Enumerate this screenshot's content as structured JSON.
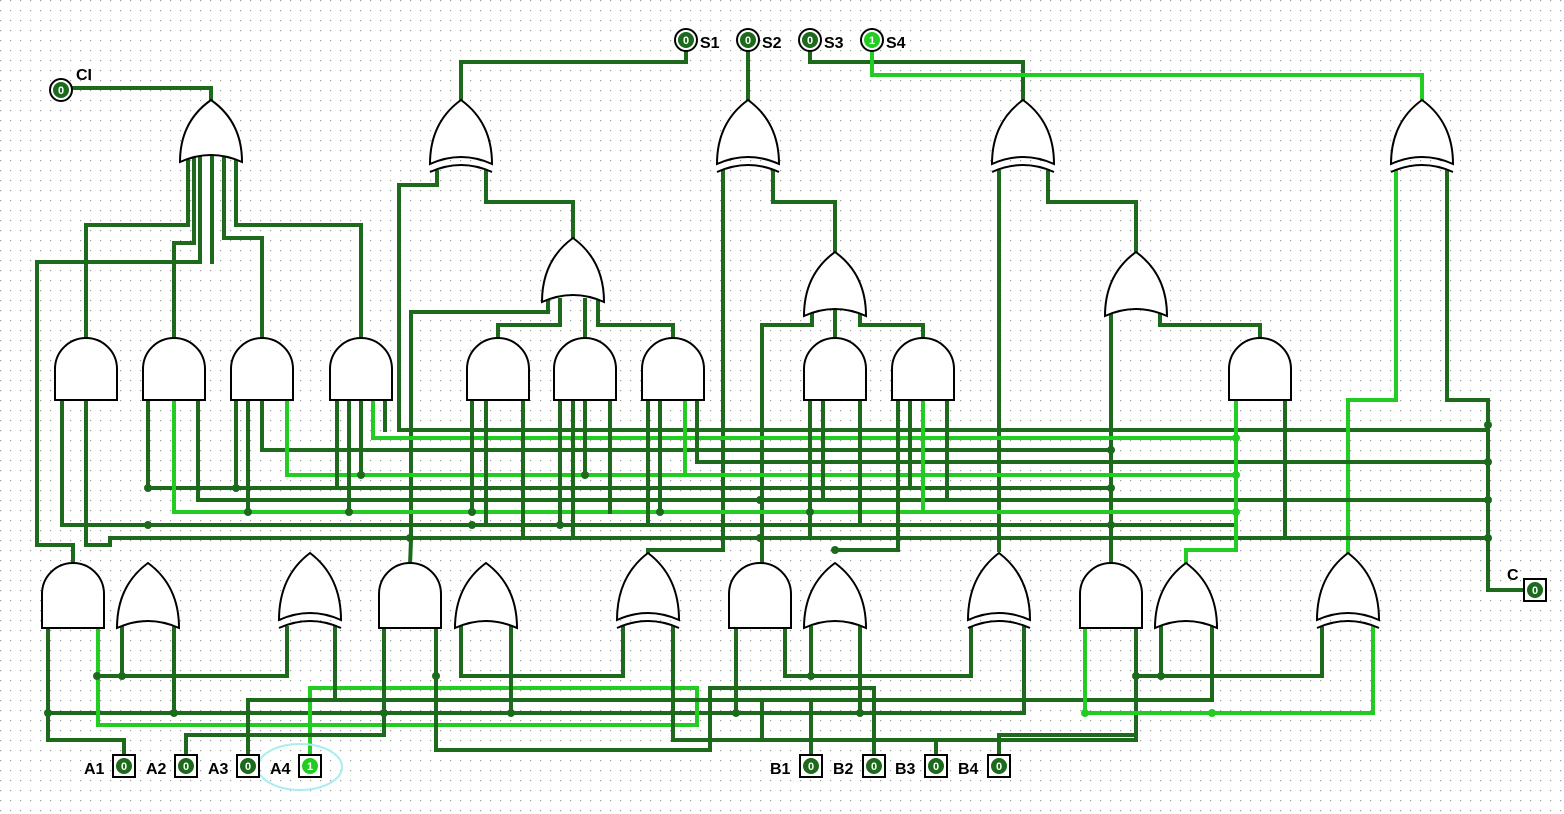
{
  "circuit": {
    "carry_in": {
      "label": "CI",
      "value": "0"
    },
    "outputs": [
      {
        "label": "S1",
        "value": "0"
      },
      {
        "label": "S2",
        "value": "0"
      },
      {
        "label": "S3",
        "value": "0"
      },
      {
        "label": "S4",
        "value": "1"
      }
    ],
    "carry_out": {
      "label": "C",
      "value": "0"
    },
    "inputs_a": [
      {
        "label": "A1",
        "value": "0"
      },
      {
        "label": "A2",
        "value": "0"
      },
      {
        "label": "A3",
        "value": "0"
      },
      {
        "label": "A4",
        "value": "1"
      }
    ],
    "inputs_b": [
      {
        "label": "B1",
        "value": "0"
      },
      {
        "label": "B2",
        "value": "0"
      },
      {
        "label": "B3",
        "value": "0"
      },
      {
        "label": "B4",
        "value": "0"
      }
    ],
    "colors": {
      "wire_low": "#1d6a1d",
      "wire_high": "#22cc22",
      "pin_low_fill": "#1d6a1d",
      "pin_high_fill": "#22cc22",
      "selection_highlight": "#a8eef0"
    }
  }
}
